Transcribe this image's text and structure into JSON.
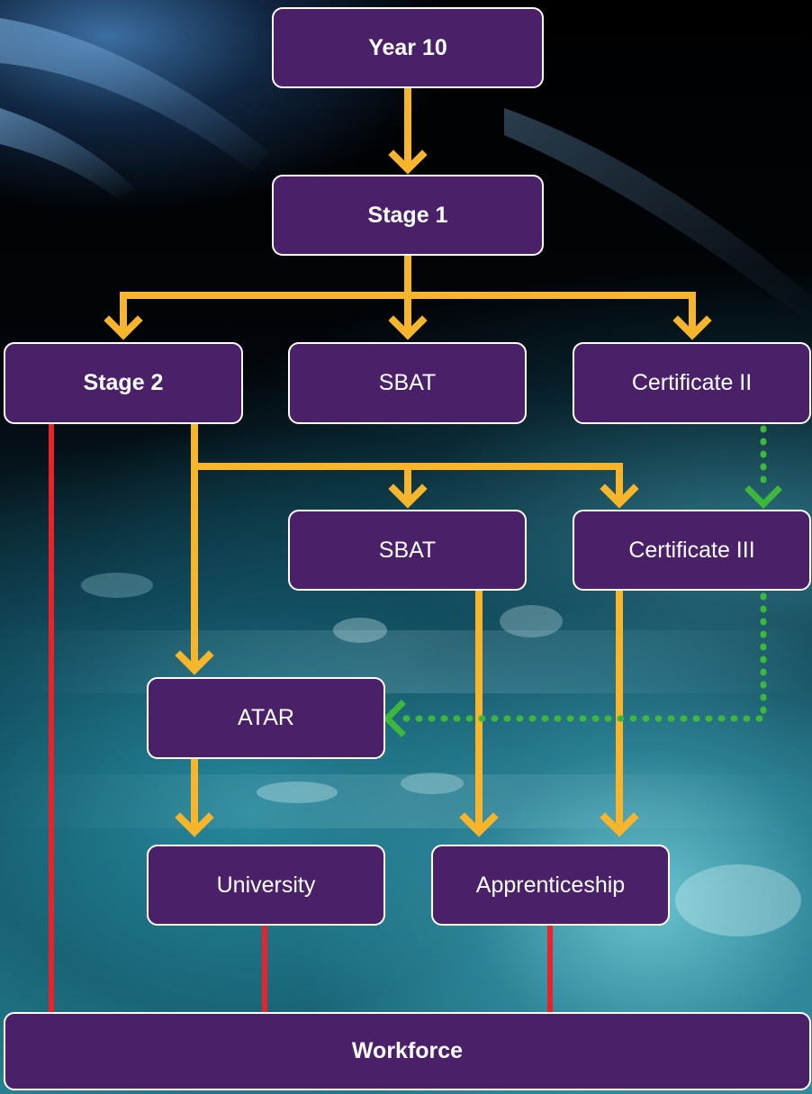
{
  "diagram": {
    "nodes": {
      "year10": "Year 10",
      "stage1": "Stage 1",
      "stage2": "Stage 2",
      "sbat1": "SBAT",
      "cert2": "Certificate II",
      "sbat2": "SBAT",
      "cert3": "Certificate III",
      "atar": "ATAR",
      "university": "University",
      "apprenticeship": "Apprenticeship",
      "workforce": "Workforce"
    },
    "colors": {
      "node_fill": "#4a2168",
      "node_border": "#ffffff",
      "flow_main": "#f7b52c",
      "flow_workforce": "#e8232a",
      "flow_optional": "#3db83a"
    }
  }
}
